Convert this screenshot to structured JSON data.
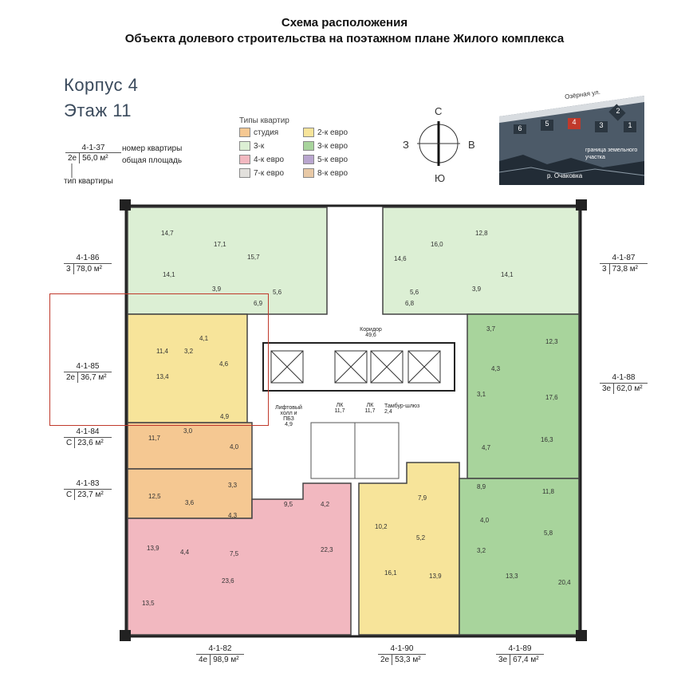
{
  "header": {
    "line1": "Схема расположения",
    "line2": "Объекта долевого строительства на поэтажном плане Жилого комплекса"
  },
  "building": {
    "korpus": "Корпус 4",
    "floor": "Этаж 11"
  },
  "key": {
    "number": "4-1-37",
    "type": "2е",
    "area": "56,0 м²",
    "number_label": "номер квартиры",
    "area_label": "общая площадь",
    "type_label": "тип квартиры"
  },
  "legend": {
    "title": "Типы квартир",
    "items": [
      {
        "label": "студия",
        "color": "#f5c892"
      },
      {
        "label": "2-к евро",
        "color": "#f7e49a"
      },
      {
        "label": "3-к",
        "color": "#dcefd4"
      },
      {
        "label": "3-к евро",
        "color": "#a8d49c"
      },
      {
        "label": "4-к евро",
        "color": "#f2b8c0"
      },
      {
        "label": "5-к евро",
        "color": "#b9a6cf"
      },
      {
        "label": "7-к евро",
        "color": "#e2e0dc"
      },
      {
        "label": "8-к евро",
        "color": "#e8c9a6"
      }
    ]
  },
  "compass": {
    "n": "С",
    "s": "Ю",
    "w": "З",
    "e": "В"
  },
  "sitemap": {
    "street": "Озёрная ул.",
    "river": "р. Очаковка",
    "border": "граница земельного участка",
    "blocks": [
      "6",
      "5",
      "4",
      "3",
      "1",
      "2"
    ]
  },
  "corridor": {
    "label": "Коридор",
    "area": "49,6"
  },
  "lift": {
    "label": "Лифтовый холл и ПБЗ",
    "area": "4,9"
  },
  "lk1": {
    "label": "ЛК",
    "area": "11,7"
  },
  "lk2": {
    "label": "ЛК",
    "area": "11,7"
  },
  "tambur": {
    "label": "Тамбур-шлюз 2,4"
  },
  "apartments": [
    {
      "id": "4-1-86",
      "type": "3",
      "area": "78,0 м²"
    },
    {
      "id": "4-1-87",
      "type": "3",
      "area": "73,8 м²"
    },
    {
      "id": "4-1-85",
      "type": "2е",
      "area": "36,7 м²"
    },
    {
      "id": "4-1-88",
      "type": "3е",
      "area": "62,0 м²"
    },
    {
      "id": "4-1-84",
      "type": "С",
      "area": "23,6 м²"
    },
    {
      "id": "4-1-83",
      "type": "С",
      "area": "23,7 м²"
    },
    {
      "id": "4-1-82",
      "type": "4е",
      "area": "98,9 м²"
    },
    {
      "id": "4-1-90",
      "type": "2е",
      "area": "53,3 м²"
    },
    {
      "id": "4-1-89",
      "type": "3е",
      "area": "67,4 м²"
    }
  ],
  "rooms": [
    "14,7",
    "17,1",
    "15,7",
    "14,1",
    "3,9",
    "5,6",
    "6,9",
    "14,6",
    "16,0",
    "12,8",
    "5,6",
    "3,9",
    "14,1",
    "6,8",
    "4,1",
    "11,4",
    "3,2",
    "4,6",
    "13,4",
    "4,9",
    "3,7",
    "12,3",
    "4,3",
    "3,1",
    "17,6",
    "16,3",
    "4,7",
    "11,7",
    "3,0",
    "4,0",
    "12,5",
    "3,6",
    "3,3",
    "4,3",
    "8,9",
    "11,8",
    "4,0",
    "3,2",
    "5,8",
    "13,3",
    "20,4",
    "9,5",
    "4,2",
    "13,9",
    "4,4",
    "7,5",
    "22,3",
    "23,6",
    "13,5",
    "10,2",
    "7,9",
    "5,2",
    "16,1",
    "13,9"
  ]
}
